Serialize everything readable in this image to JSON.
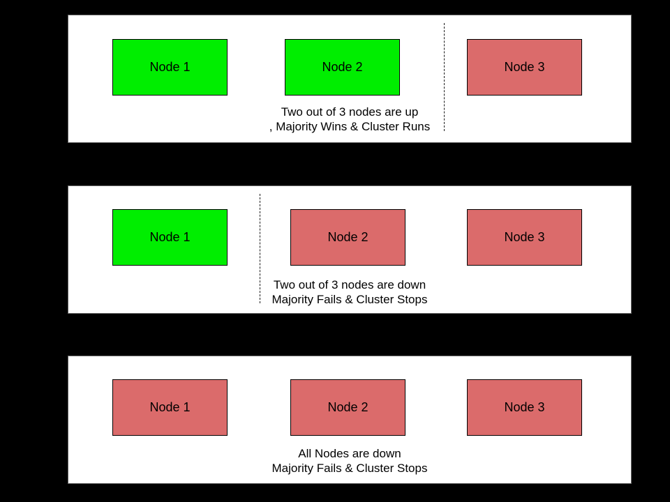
{
  "title": "Cluster quorum majority diagram",
  "colors": {
    "up": "#00ee00",
    "down": "#db6b6b",
    "panel_bg": "#ffffff",
    "background": "#000000",
    "node_border": "#000000",
    "text": "#000000"
  },
  "panels": [
    {
      "name": "two-nodes-up",
      "nodes": [
        {
          "label": "Node 1",
          "status": "up"
        },
        {
          "label": "Node 2",
          "status": "up"
        },
        {
          "label": "Node 3",
          "status": "down"
        }
      ],
      "divider_after_node": 2,
      "caption": {
        "line1": "Two out of 3 nodes are up",
        "line2": ", Majority Wins & Cluster Runs"
      }
    },
    {
      "name": "two-nodes-down",
      "nodes": [
        {
          "label": "Node 1",
          "status": "up"
        },
        {
          "label": "Node 2",
          "status": "down"
        },
        {
          "label": "Node 3",
          "status": "down"
        }
      ],
      "divider_after_node": 1,
      "caption": {
        "line1": "Two out of 3 nodes are down",
        "line2": "Majority Fails & Cluster Stops"
      }
    },
    {
      "name": "all-nodes-down",
      "nodes": [
        {
          "label": "Node 1",
          "status": "down"
        },
        {
          "label": "Node 2",
          "status": "down"
        },
        {
          "label": "Node 3",
          "status": "down"
        }
      ],
      "divider_after_node": null,
      "caption": {
        "line1": "All Nodes are down",
        "line2": "Majority Fails & Cluster Stops"
      }
    }
  ]
}
